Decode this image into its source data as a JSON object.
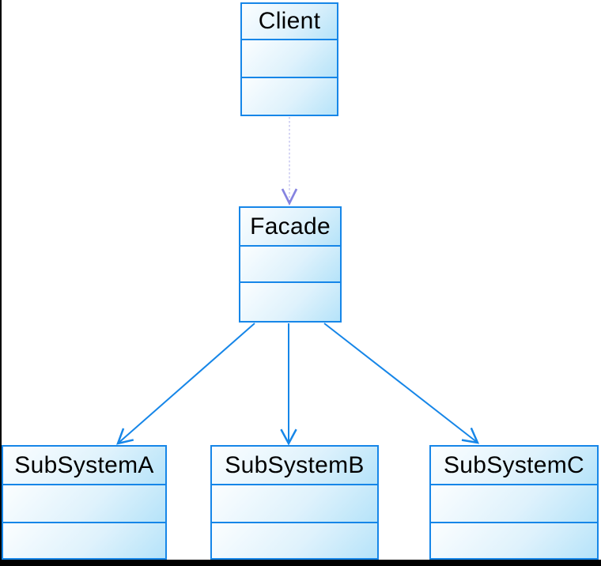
{
  "diagram": {
    "kind": "uml-class-diagram",
    "pattern": "Facade",
    "classes": [
      {
        "id": "client",
        "name": "Client",
        "compartments": 3
      },
      {
        "id": "facade",
        "name": "Facade",
        "compartments": 3
      },
      {
        "id": "subsystem-a",
        "name": "SubSystemA",
        "compartments": 3
      },
      {
        "id": "subsystem-b",
        "name": "SubSystemB",
        "compartments": 3
      },
      {
        "id": "subsystem-c",
        "name": "SubSystemC",
        "compartments": 3
      }
    ],
    "relations": [
      {
        "from": "Client",
        "to": "Facade",
        "line": "dotted",
        "arrowhead": "open-v",
        "color": "dependency"
      },
      {
        "from": "Facade",
        "to": "SubSystemA",
        "line": "solid",
        "arrowhead": "open-v",
        "color": "association"
      },
      {
        "from": "Facade",
        "to": "SubSystemB",
        "line": "solid",
        "arrowhead": "open-v",
        "color": "association"
      },
      {
        "from": "Facade",
        "to": "SubSystemC",
        "line": "solid",
        "arrowhead": "open-v",
        "color": "association"
      }
    ],
    "colors": {
      "box_border": "#1686e8",
      "box_fill_light": "#fcfeff",
      "box_fill_dark": "#b5e3f9",
      "association_line": "#1686e8",
      "dependency_line": "#b9b9ec",
      "dependency_arrowhead": "#8583e0",
      "label_text": "#000000",
      "frame_edge": "#000000",
      "background": "#ffffff"
    }
  }
}
